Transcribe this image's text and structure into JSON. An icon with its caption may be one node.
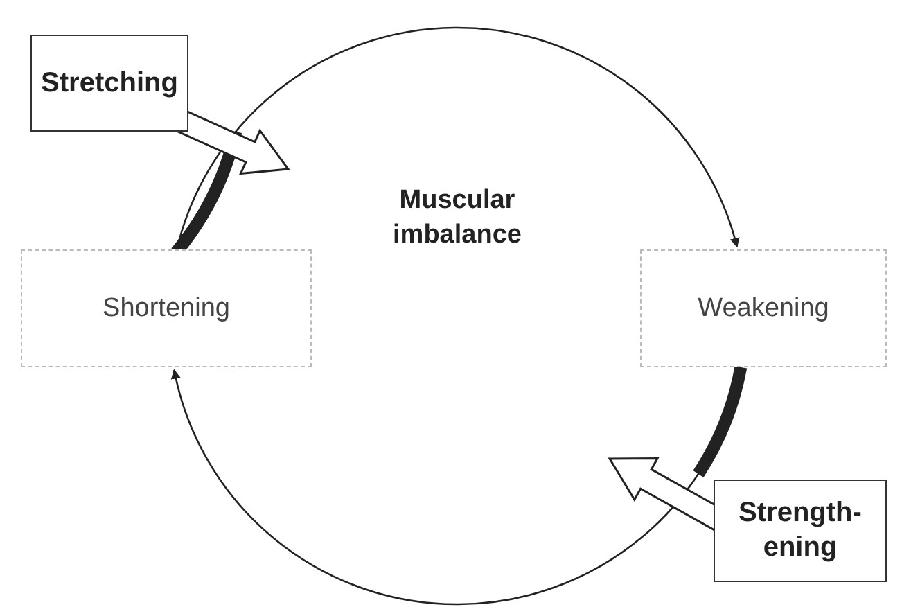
{
  "diagram": {
    "nodes": [
      {
        "text": [
          "Stretching"
        ]
      },
      {
        "text": [
          "Muscular imbalance"
        ]
      },
      {
        "text": [
          "Shortening"
        ]
      },
      {
        "text": [
          "Weakening"
        ]
      },
      {
        "text": [
          "Strength- ening"
        ]
      }
    ],
    "edges": [
      {
        "from": 2,
        "to": 3,
        "arrow": "to"
      },
      {
        "from": 3,
        "to": 2,
        "arrow": "to"
      },
      {
        "from": 0,
        "to": null,
        "arrow": "to"
      },
      {
        "from": 4,
        "to": null,
        "arrow": "to"
      }
    ]
  }
}
